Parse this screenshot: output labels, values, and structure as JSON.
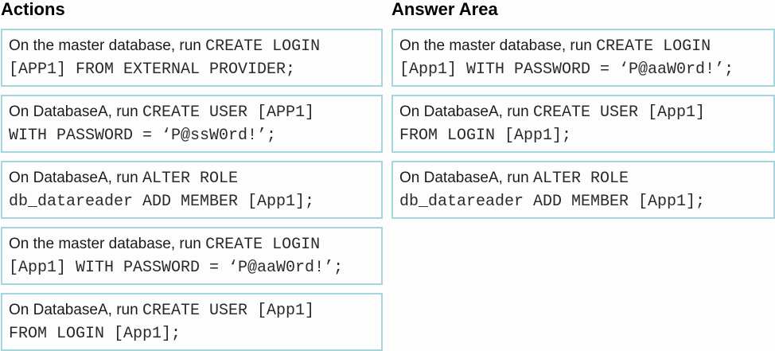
{
  "colors": {
    "page_background": "#fdfdfd",
    "box_border": "#a5d5de",
    "box_background": "#fdfdfd",
    "heading_text": "#000000",
    "plain_text": "#1b1b1b",
    "code_text": "#2a2a2a"
  },
  "columns": {
    "actions": {
      "header": "Actions",
      "boxes": [
        {
          "lines": [
            [
              {
                "k": "plain",
                "t": "On the master database, run "
              },
              {
                "k": "code",
                "t": "CREATE LOGIN"
              }
            ],
            [
              {
                "k": "code",
                "t": "[APP1] FROM EXTERNAL PROVIDER;"
              }
            ]
          ]
        },
        {
          "lines": [
            [
              {
                "k": "plain",
                "t": "On DatabaseA, run "
              },
              {
                "k": "code",
                "t": "CREATE USER [APP1]"
              }
            ],
            [
              {
                "k": "code",
                "t": "WITH PASSWORD = ‘P@ssW0rd!’;"
              }
            ]
          ]
        },
        {
          "lines": [
            [
              {
                "k": "plain",
                "t": "On DatabaseA, run "
              },
              {
                "k": "code",
                "t": "ALTER ROLE"
              }
            ],
            [
              {
                "k": "code",
                "t": "db_datareader ADD MEMBER [App1];"
              }
            ]
          ]
        },
        {
          "lines": [
            [
              {
                "k": "plain",
                "t": "On the master database, run "
              },
              {
                "k": "code",
                "t": "CREATE LOGIN"
              }
            ],
            [
              {
                "k": "code",
                "t": "[App1] WITH PASSWORD = ‘P@aaW0rd!’;"
              }
            ]
          ]
        },
        {
          "lines": [
            [
              {
                "k": "plain",
                "t": "On DatabaseA, run "
              },
              {
                "k": "code",
                "t": "CREATE USER [App1]"
              }
            ],
            [
              {
                "k": "code",
                "t": "FROM LOGIN [App1];"
              }
            ]
          ]
        }
      ]
    },
    "answer_area": {
      "header": "Answer Area",
      "boxes": [
        {
          "lines": [
            [
              {
                "k": "plain",
                "t": "On the master database, run "
              },
              {
                "k": "code",
                "t": "CREATE LOGIN"
              }
            ],
            [
              {
                "k": "code",
                "t": "[App1] WITH PASSWORD = ‘P@aaW0rd!’;"
              }
            ]
          ]
        },
        {
          "lines": [
            [
              {
                "k": "plain",
                "t": "On DatabaseA, run "
              },
              {
                "k": "code",
                "t": "CREATE USER [App1]"
              }
            ],
            [
              {
                "k": "code",
                "t": "FROM LOGIN [App1];"
              }
            ]
          ]
        },
        {
          "lines": [
            [
              {
                "k": "plain",
                "t": "On DatabaseA, run "
              },
              {
                "k": "code",
                "t": "ALTER ROLE"
              }
            ],
            [
              {
                "k": "code",
                "t": "db_datareader ADD MEMBER [App1];"
              }
            ]
          ]
        }
      ]
    }
  }
}
